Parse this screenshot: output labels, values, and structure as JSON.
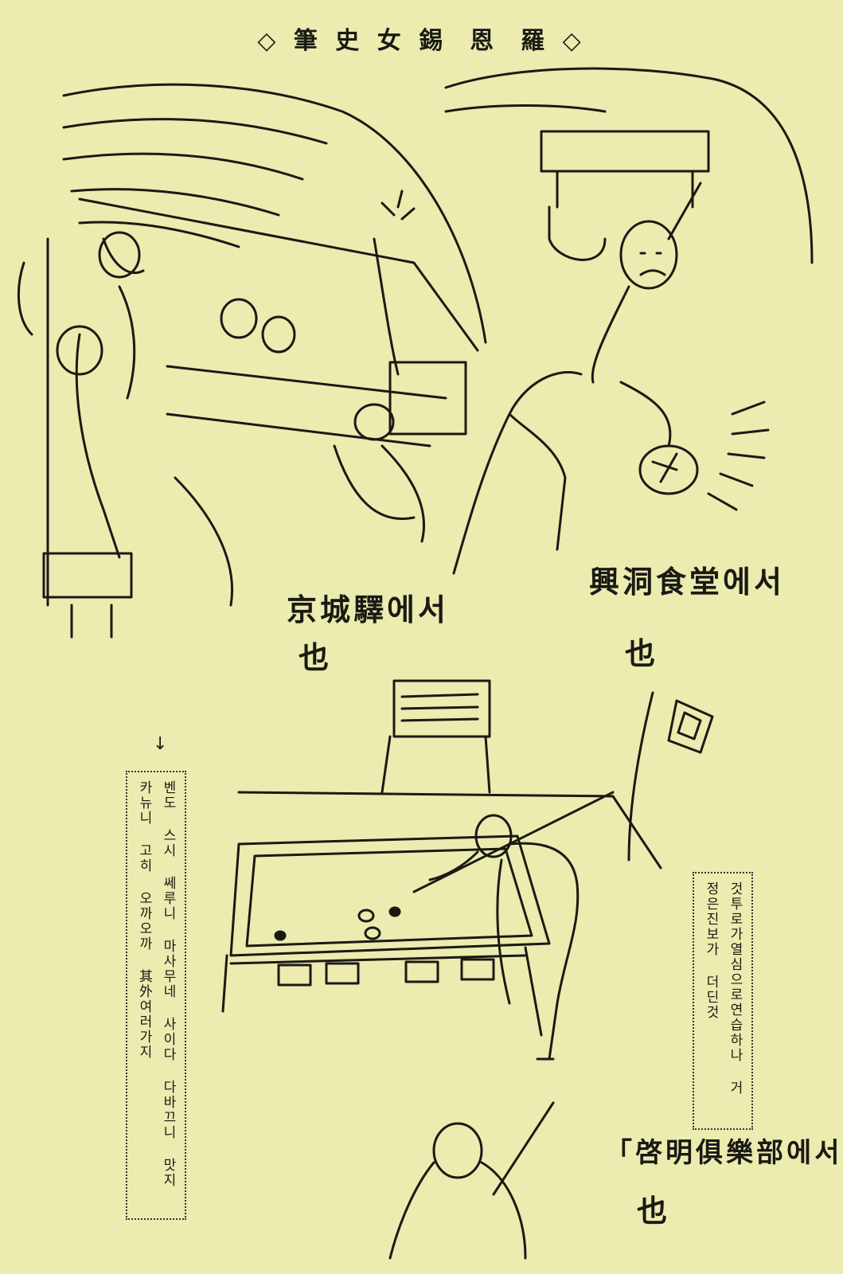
{
  "header": {
    "title_part1": "◇ 筆 史 女 錫",
    "title_part2": "恩",
    "title_part3": "羅 ◇"
  },
  "captions": {
    "left_place": "京城驛에서",
    "left_verb": "也",
    "right_place": "興洞食堂에서",
    "right_verb": "也",
    "bottom_place": "「啓明俱樂部에서",
    "bottom_verb": "也"
  },
  "left_note": {
    "col1": "벤도 스시 쎄루니 마사무네 사이다 다바끄니 맛지",
    "col2": "카뉴니 고히 오까오까 其外여러가지",
    "arrow": "↓"
  },
  "right_note": {
    "col1": "것투로가열심으로연습하나 거",
    "col2": "정은진보가 더딘것"
  }
}
